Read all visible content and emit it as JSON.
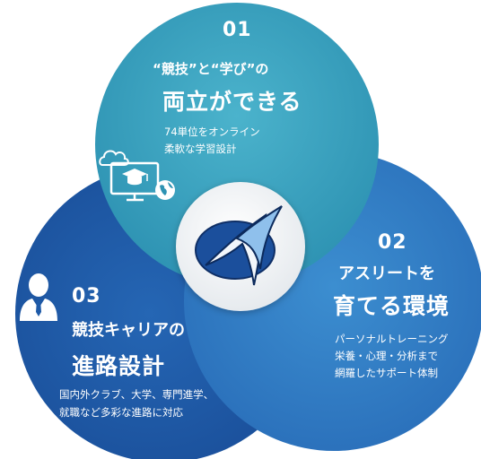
{
  "items": [
    {
      "number": "01",
      "title_line1": "“競技”と“学び”の",
      "title_line2": "両立ができる",
      "desc_line1": "74単位をオンライン",
      "desc_line2": "柔軟な学習設計",
      "icon": "online-learning-icon",
      "color": "#3aa1bd"
    },
    {
      "number": "02",
      "title_line1": "アスリートを",
      "title_line2": "育てる環境",
      "desc_line1": "パーソナルトレーニング",
      "desc_line2": "栄養・心理・分析まで",
      "desc_line3": "網羅したサポート体制",
      "color": "#2f7cc4"
    },
    {
      "number": "03",
      "title_line1": "競技キャリアの",
      "title_line2": "進路設計",
      "desc_line1": "国内外クラブ、大学、専門進学、",
      "desc_line2": "就職など多彩な進路に対応",
      "icon": "person-icon",
      "color": "#1e5aa8"
    }
  ],
  "center_logo": {
    "icon": "school-logo-icon",
    "accent": "#1b4f9c"
  }
}
